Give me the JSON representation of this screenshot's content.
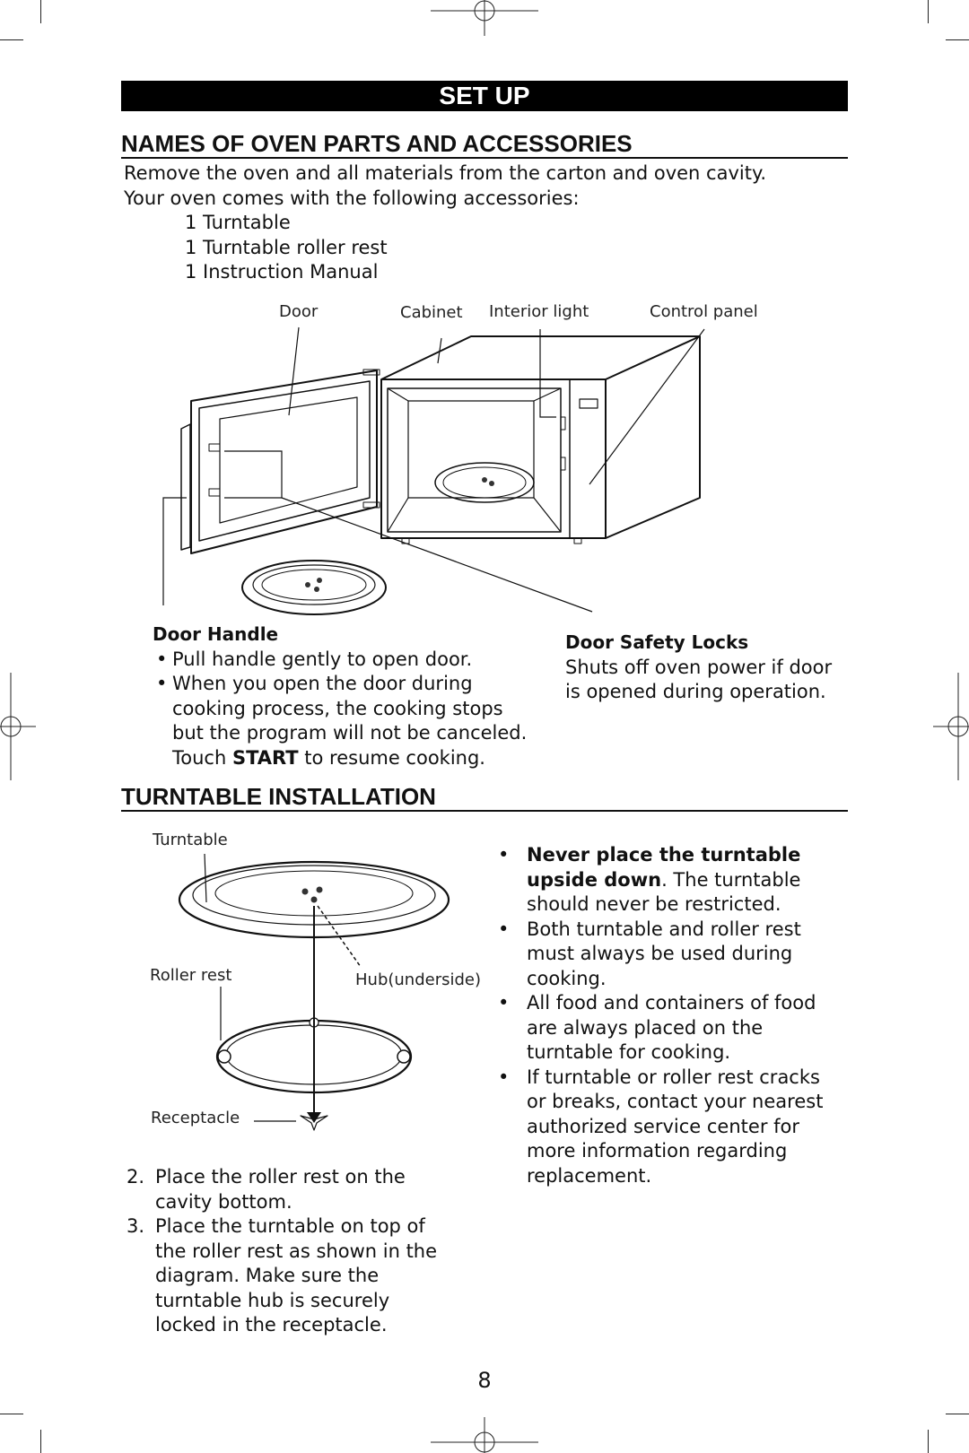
{
  "banner": "SET UP",
  "section1": {
    "title": "NAMES OF OVEN PARTS AND ACCESSORIES",
    "intro_line1": "Remove the oven and all materials from the carton and oven cavity.",
    "intro_line2": "Your oven comes with the following accessories:",
    "accessories": [
      "1 Turntable",
      "1 Turntable roller rest",
      "1 Instruction Manual"
    ]
  },
  "oven_diagram": {
    "labels": {
      "door": "Door",
      "cabinet": "Cabinet",
      "interior_light": "Interior light",
      "control_panel": "Control panel"
    }
  },
  "door_handle": {
    "title": "Door Handle",
    "bullet1": "Pull handle gently to open door.",
    "bullet2_line1": "When you open the door during",
    "bullet2_line2": "cooking process, the cooking stops",
    "bullet2_line3": "but the program will not be canceled.",
    "bullet2_pre": "Touch",
    "bullet2_bold": "START",
    "bullet2_post": "to resume cooking."
  },
  "door_safety": {
    "title": "Door Safety Locks",
    "line1": "Shuts off oven power if door",
    "line2": "is opened during operation."
  },
  "section2": {
    "title": "TURNTABLE INSTALLATION"
  },
  "turntable_diagram": {
    "labels": {
      "turntable": "Turntable",
      "roller_rest": "Roller rest",
      "hub": "Hub(underside)",
      "receptacle": "Receptacle"
    }
  },
  "steps": [
    {
      "num": "2.",
      "lines": [
        "Place the roller rest on the",
        "cavity bottom."
      ]
    },
    {
      "num": "3.",
      "lines": [
        "Place the turntable on top of",
        "the roller rest as shown in the",
        "diagram. Make sure the",
        "turntable hub is securely",
        "locked in the receptacle."
      ]
    }
  ],
  "right_bullets": {
    "b1_bold1": "Never place the turntable",
    "b1_bold2": "upside down",
    "b1_rest1": ". The turntable",
    "b1_rest2": "should never be restricted.",
    "b2": [
      "Both turntable and roller rest",
      "must always be used during",
      "cooking."
    ],
    "b3": [
      "All food and containers of food",
      "are always placed on the",
      "turntable for cooking."
    ],
    "b4": [
      "If turntable or roller rest cracks",
      "or breaks, contact your nearest",
      "authorized service center for",
      "more information regarding",
      "replacement."
    ]
  },
  "page_number": "8"
}
